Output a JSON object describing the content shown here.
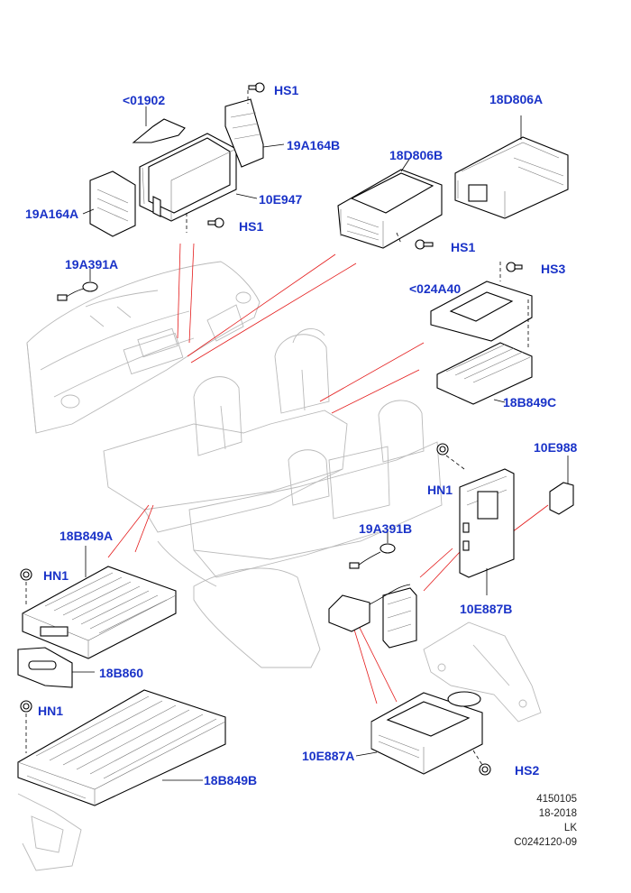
{
  "callouts": [
    {
      "id": "c01902",
      "text": "<01902"
    },
    {
      "id": "hs1a",
      "text": "HS1"
    },
    {
      "id": "19a164b",
      "text": "19A164B"
    },
    {
      "id": "18d806a",
      "text": "18D806A"
    },
    {
      "id": "18d806b",
      "text": "18D806B"
    },
    {
      "id": "10e947",
      "text": "10E947"
    },
    {
      "id": "19a164a",
      "text": "19A164A"
    },
    {
      "id": "hs1b",
      "text": "HS1"
    },
    {
      "id": "hs1c",
      "text": "HS1"
    },
    {
      "id": "19a391a",
      "text": "19A391A"
    },
    {
      "id": "hs3",
      "text": "HS3"
    },
    {
      "id": "c024a40",
      "text": "<024A40"
    },
    {
      "id": "18b849c",
      "text": "18B849C"
    },
    {
      "id": "10e988",
      "text": "10E988"
    },
    {
      "id": "hn1a",
      "text": "HN1"
    },
    {
      "id": "18b849a",
      "text": "18B849A"
    },
    {
      "id": "19a391b",
      "text": "19A391B"
    },
    {
      "id": "hn1b",
      "text": "HN1"
    },
    {
      "id": "10e887b",
      "text": "10E887B"
    },
    {
      "id": "18b860",
      "text": "18B860"
    },
    {
      "id": "hn1c",
      "text": "HN1"
    },
    {
      "id": "18b849b",
      "text": "18B849B"
    },
    {
      "id": "10e887a",
      "text": "10E887A"
    },
    {
      "id": "hs2",
      "text": "HS2"
    }
  ],
  "reference": {
    "line1": "4150105",
    "line2": "18-2018",
    "line3": "LK",
    "line4": "C0242120-09"
  },
  "colors": {
    "callout": "#1a33c8",
    "leader_red": "#e41a1a",
    "ghost": "#b9b9b9"
  }
}
